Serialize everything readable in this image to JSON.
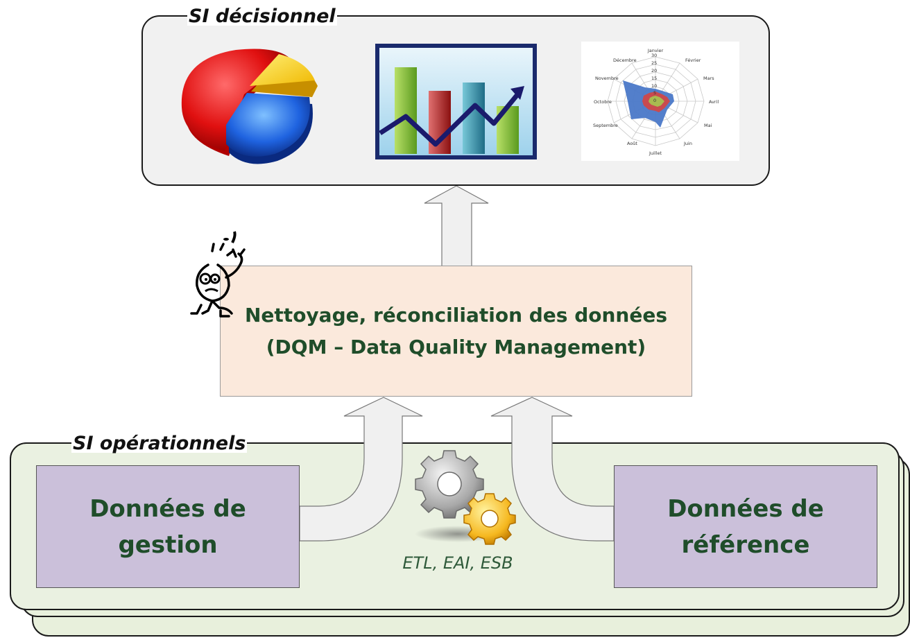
{
  "top_panel": {
    "title": "SI décisionnel"
  },
  "middle": {
    "line1": "Nettoyage, réconciliation des données",
    "line2": "(DQM – Data Quality Management)"
  },
  "bottom_panel": {
    "title": "SI opérationnels",
    "left_box": "Données de gestion",
    "right_box_line1": "Données de",
    "right_box_line2": "référence",
    "middleware": "ETL, EAI, ESB"
  },
  "radar": {
    "months": [
      "Janvier",
      "Février",
      "Mars",
      "Avril",
      "Mai",
      "Juin",
      "Juillet",
      "Août",
      "Septembre",
      "Octobre",
      "Novembre",
      "Décembre"
    ],
    "scale": [
      "30",
      "25",
      "20",
      "15",
      "10",
      "5",
      "0"
    ]
  },
  "colors": {
    "panel_border": "#1a1a1a",
    "top_panel_fill": "#f1f1f1",
    "dqm_fill": "#fbe9dc",
    "ops_fill": "#eaf1e1",
    "data_box_fill": "#cbc0da",
    "text_green": "#1f4d2a",
    "arrow_fill": "#f0f0f0"
  },
  "icons": [
    "pie-chart-icon",
    "bar-line-chart-icon",
    "radar-chart-icon",
    "confused-person-icon",
    "gears-icon",
    "up-arrow-icon",
    "curved-up-arrow-icon"
  ]
}
